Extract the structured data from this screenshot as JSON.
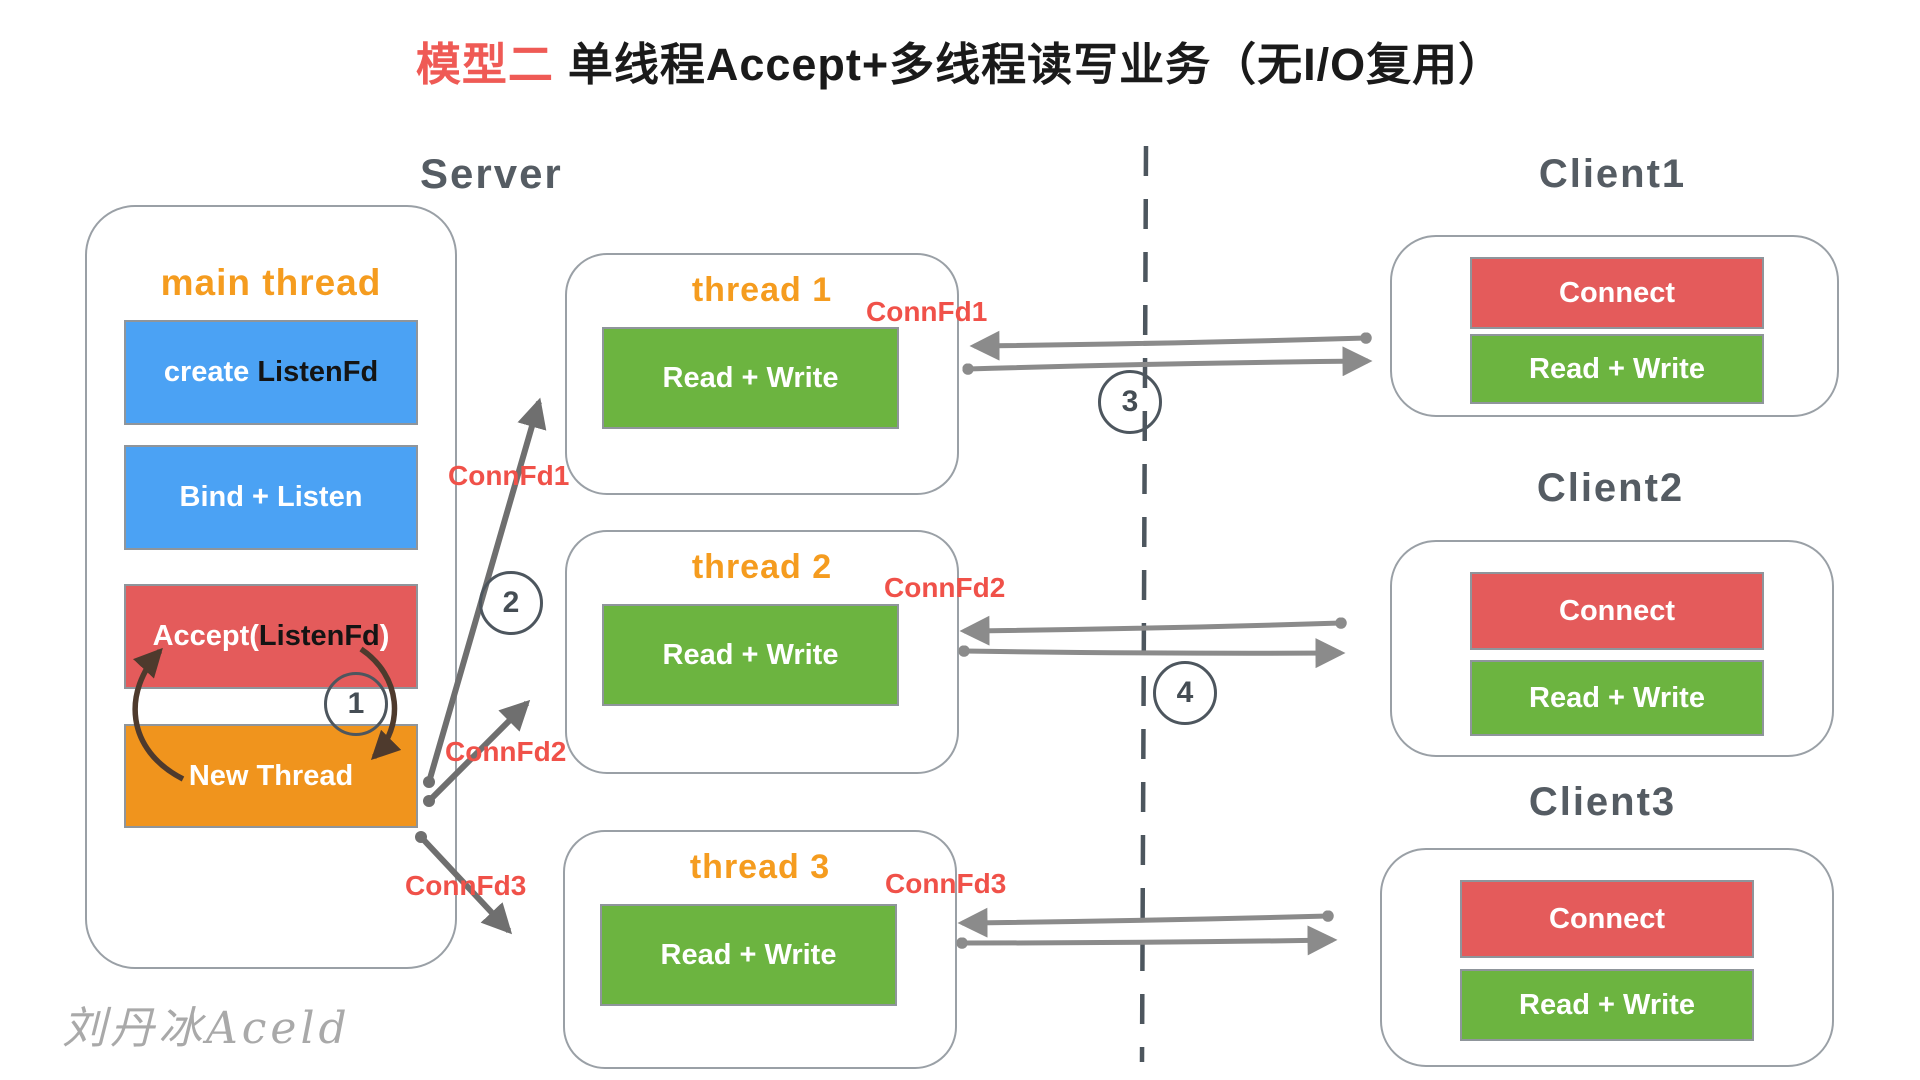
{
  "title": {
    "model_tag": "模型二",
    "text": "单线程Accept+多线程读写业务（无I/O复用）"
  },
  "server": {
    "title": "Server"
  },
  "main_thread": {
    "title": "main thread",
    "create_box": {
      "white": "create ",
      "black": "ListenFd"
    },
    "bind_box": {
      "text": "Bind + Listen"
    },
    "accept_box": {
      "white": "Accept(",
      "black": "ListenFd",
      "white_close": ")"
    },
    "new_thread_box": {
      "text": "New Thread"
    }
  },
  "threads": [
    {
      "title": "thread 1",
      "box": "Read + Write"
    },
    {
      "title": "thread 2",
      "box": "Read + Write"
    },
    {
      "title": "thread 3",
      "box": "Read + Write"
    }
  ],
  "clients": [
    {
      "title": "Client1",
      "connect": "Connect",
      "read_write": "Read + Write"
    },
    {
      "title": "Client2",
      "connect": "Connect",
      "read_write": "Read + Write"
    },
    {
      "title": "Client3",
      "connect": "Connect",
      "read_write": "Read + Write"
    }
  ],
  "conn_labels": {
    "thread1_path": "ConnFd1",
    "thread1_io": "ConnFd1",
    "thread2_path": "ConnFd2",
    "thread2_io": "ConnFd2",
    "thread3_path": "ConnFd3",
    "thread3_io": "ConnFd3"
  },
  "steps": {
    "accept_loop": "1",
    "spawn_thread": "2",
    "client1_io": "3",
    "client2_io": "4"
  },
  "watermark": "刘丹冰Aceld",
  "colors": {
    "title_red": "#ef5a55",
    "orange_text": "#f59c1f",
    "blue_box": "#4ba2f4",
    "red_box": "#e45b5b",
    "orange_box": "#f0941d",
    "green_box": "#6cb440",
    "conn_label_red": "#f05149",
    "dark_slate": "#4d565e",
    "container_border_gray": "#9aa0a6",
    "io_arrow_gray": "#8b8b8b",
    "spawn_arrow_gray": "#6f6f6f",
    "loop_arrow_brown": "#4e3a2d",
    "watermark_gray": "#a9a9a9"
  }
}
